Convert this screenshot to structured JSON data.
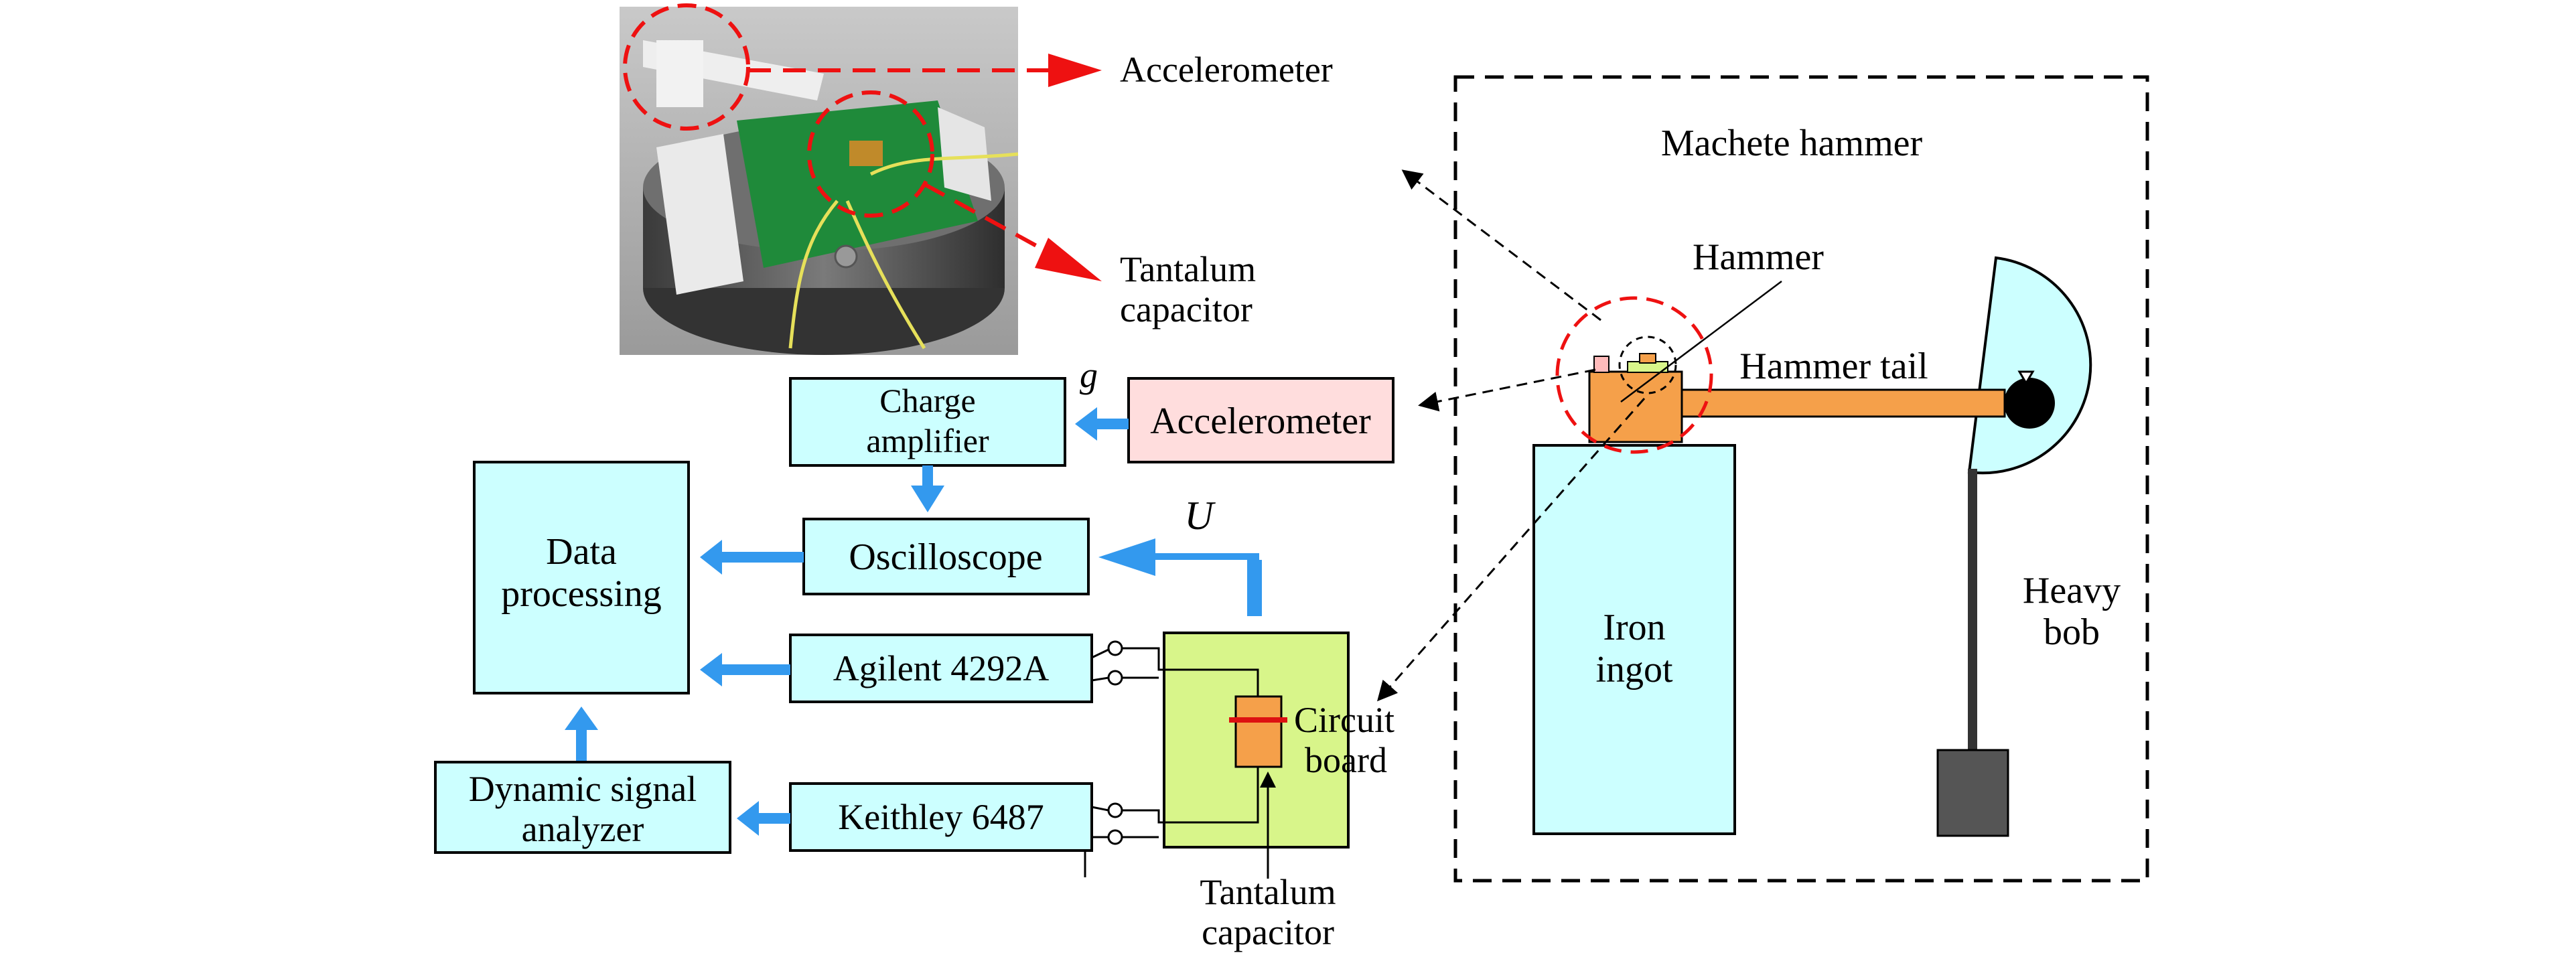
{
  "photo": {
    "callout_accelerometer": "Accelerometer",
    "callout_tantalum_line1": "Tantalum",
    "callout_tantalum_line2": "capacitor"
  },
  "signal": {
    "g": "g",
    "U": "U"
  },
  "blocks": {
    "charge_amp_line1": "Charge",
    "charge_amp_line2": "amplifier",
    "accelerometer": "Accelerometer",
    "data_proc_line1": "Data",
    "data_proc_line2": "processing",
    "oscilloscope": "Oscilloscope",
    "agilent": "Agilent 4292A",
    "keithley": "Keithley 6487",
    "dsa_line1": "Dynamic signal",
    "dsa_line2": "analyzer"
  },
  "board": {
    "label_line1": "Circuit",
    "label_line2": "board",
    "tantalum_line1": "Tantalum",
    "tantalum_line2": "capacitor"
  },
  "machete": {
    "title": "Machete hammer",
    "hammer": "Hammer",
    "hammer_tail": "Hammer tail",
    "iron_line1": "Iron",
    "iron_line2": "ingot",
    "bob_line1": "Heavy",
    "bob_line2": "bob"
  },
  "colors": {
    "box_fill": "#ccffff",
    "accel_fill": "#ffdddd",
    "board_fill": "#d8f58a",
    "hammer_fill": "#f5a04a",
    "arrow_blue": "#3399ee",
    "callout_red": "#ee1111",
    "bob_fill": "#555555"
  }
}
